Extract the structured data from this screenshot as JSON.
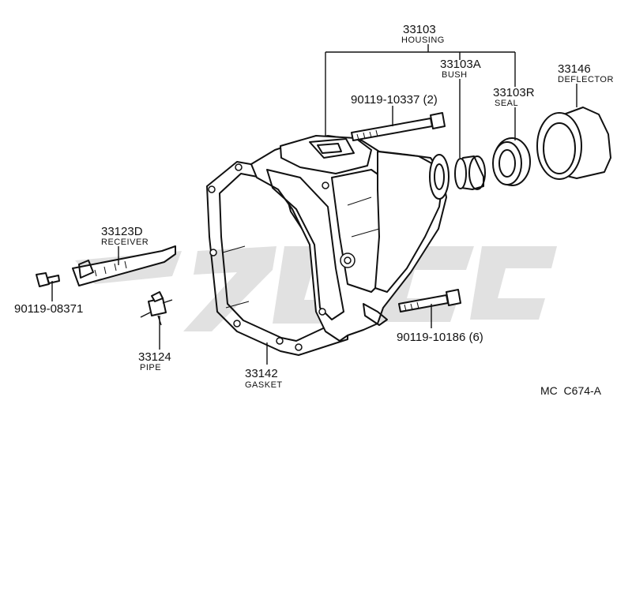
{
  "parts": {
    "housing": {
      "number": "33103",
      "name": "HOUSING"
    },
    "bush": {
      "number": "33103A",
      "name": "BUSH"
    },
    "seal": {
      "number": "33103R",
      "name": "SEAL"
    },
    "deflector": {
      "number": "33146",
      "name": "DEFLECTOR"
    },
    "bolt_upper": {
      "number": "90119-10337 (2)"
    },
    "receiver": {
      "number": "33123D",
      "name": "RECEIVER"
    },
    "bolt_receiver": {
      "number": "90119-08371"
    },
    "pipe": {
      "number": "33124",
      "name": "PIPE"
    },
    "gasket": {
      "number": "33142",
      "name": "GASKET"
    },
    "bolt_lower": {
      "number": "90119-10186 (6)"
    }
  },
  "diagram_code": "MC  C674-A",
  "watermark_color": "#bdbdbd"
}
